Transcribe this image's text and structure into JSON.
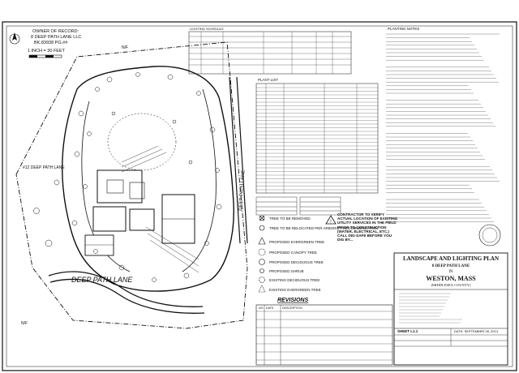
{
  "top_left_note": {
    "lines": [
      "OWNER OF RECORD:",
      "8 DEEP PATH LANE LLC",
      "BK.83938 PG.##"
    ]
  },
  "scale_text": "1 INCH = 30 FEET",
  "abutter_labels": {
    "north": "N/F",
    "west_lot": "#12 DEEP PATH LANE",
    "southwest": "N/F"
  },
  "road_label": "DEEP PATH LANE",
  "right_road_label": "DEEP PATH LANE",
  "legend": {
    "items": [
      "TREE TO BE REMOVED",
      "TREE TO BE RELOCATED PER ARBORIST RECOMMENDATION",
      "PROPOSED EVERGREEN TREE",
      "PROPOSED CANOPY TREE",
      "PROPOSED DECIDUOUS TREE",
      "PROPOSED SHRUB",
      "EXISTING DECIDUOUS TREE",
      "EXISTING EVERGREEN TREE"
    ]
  },
  "contractor_note": "CONTRACTOR TO VERIFY ACTUAL LOCATION OF EXISTING UTILITY SERVICES IN THE FIELD PRIOR TO CONSTRUCTION (WATER, ELECTRICAL, ETC.) CALL DIG-SAFE BEFORE YOU DIG BY...",
  "revisions": {
    "title": "REVISIONS",
    "header": [
      "NO.",
      "DATE",
      "DESCRIPTION"
    ]
  },
  "title_block": {
    "plan_title": "LANDSCAPE AND LIGHTING PLAN",
    "address": "8 DEEP PATH LANE",
    "in_word": "IN",
    "town": "WESTON, MASS",
    "county": "(MIDDLESEX COUNTY)",
    "sheet": "SHEET L1.1",
    "date": "DATE: SEPTEMBER 28, 2014"
  },
  "plant_list_title": "PLANT LIST",
  "lighting_schedule_title": "LIGHTING SCHEDULE",
  "planting_notes_title": "PLANTING NOTES",
  "colors": {
    "line": "#111111",
    "paper": "#ffffff"
  }
}
